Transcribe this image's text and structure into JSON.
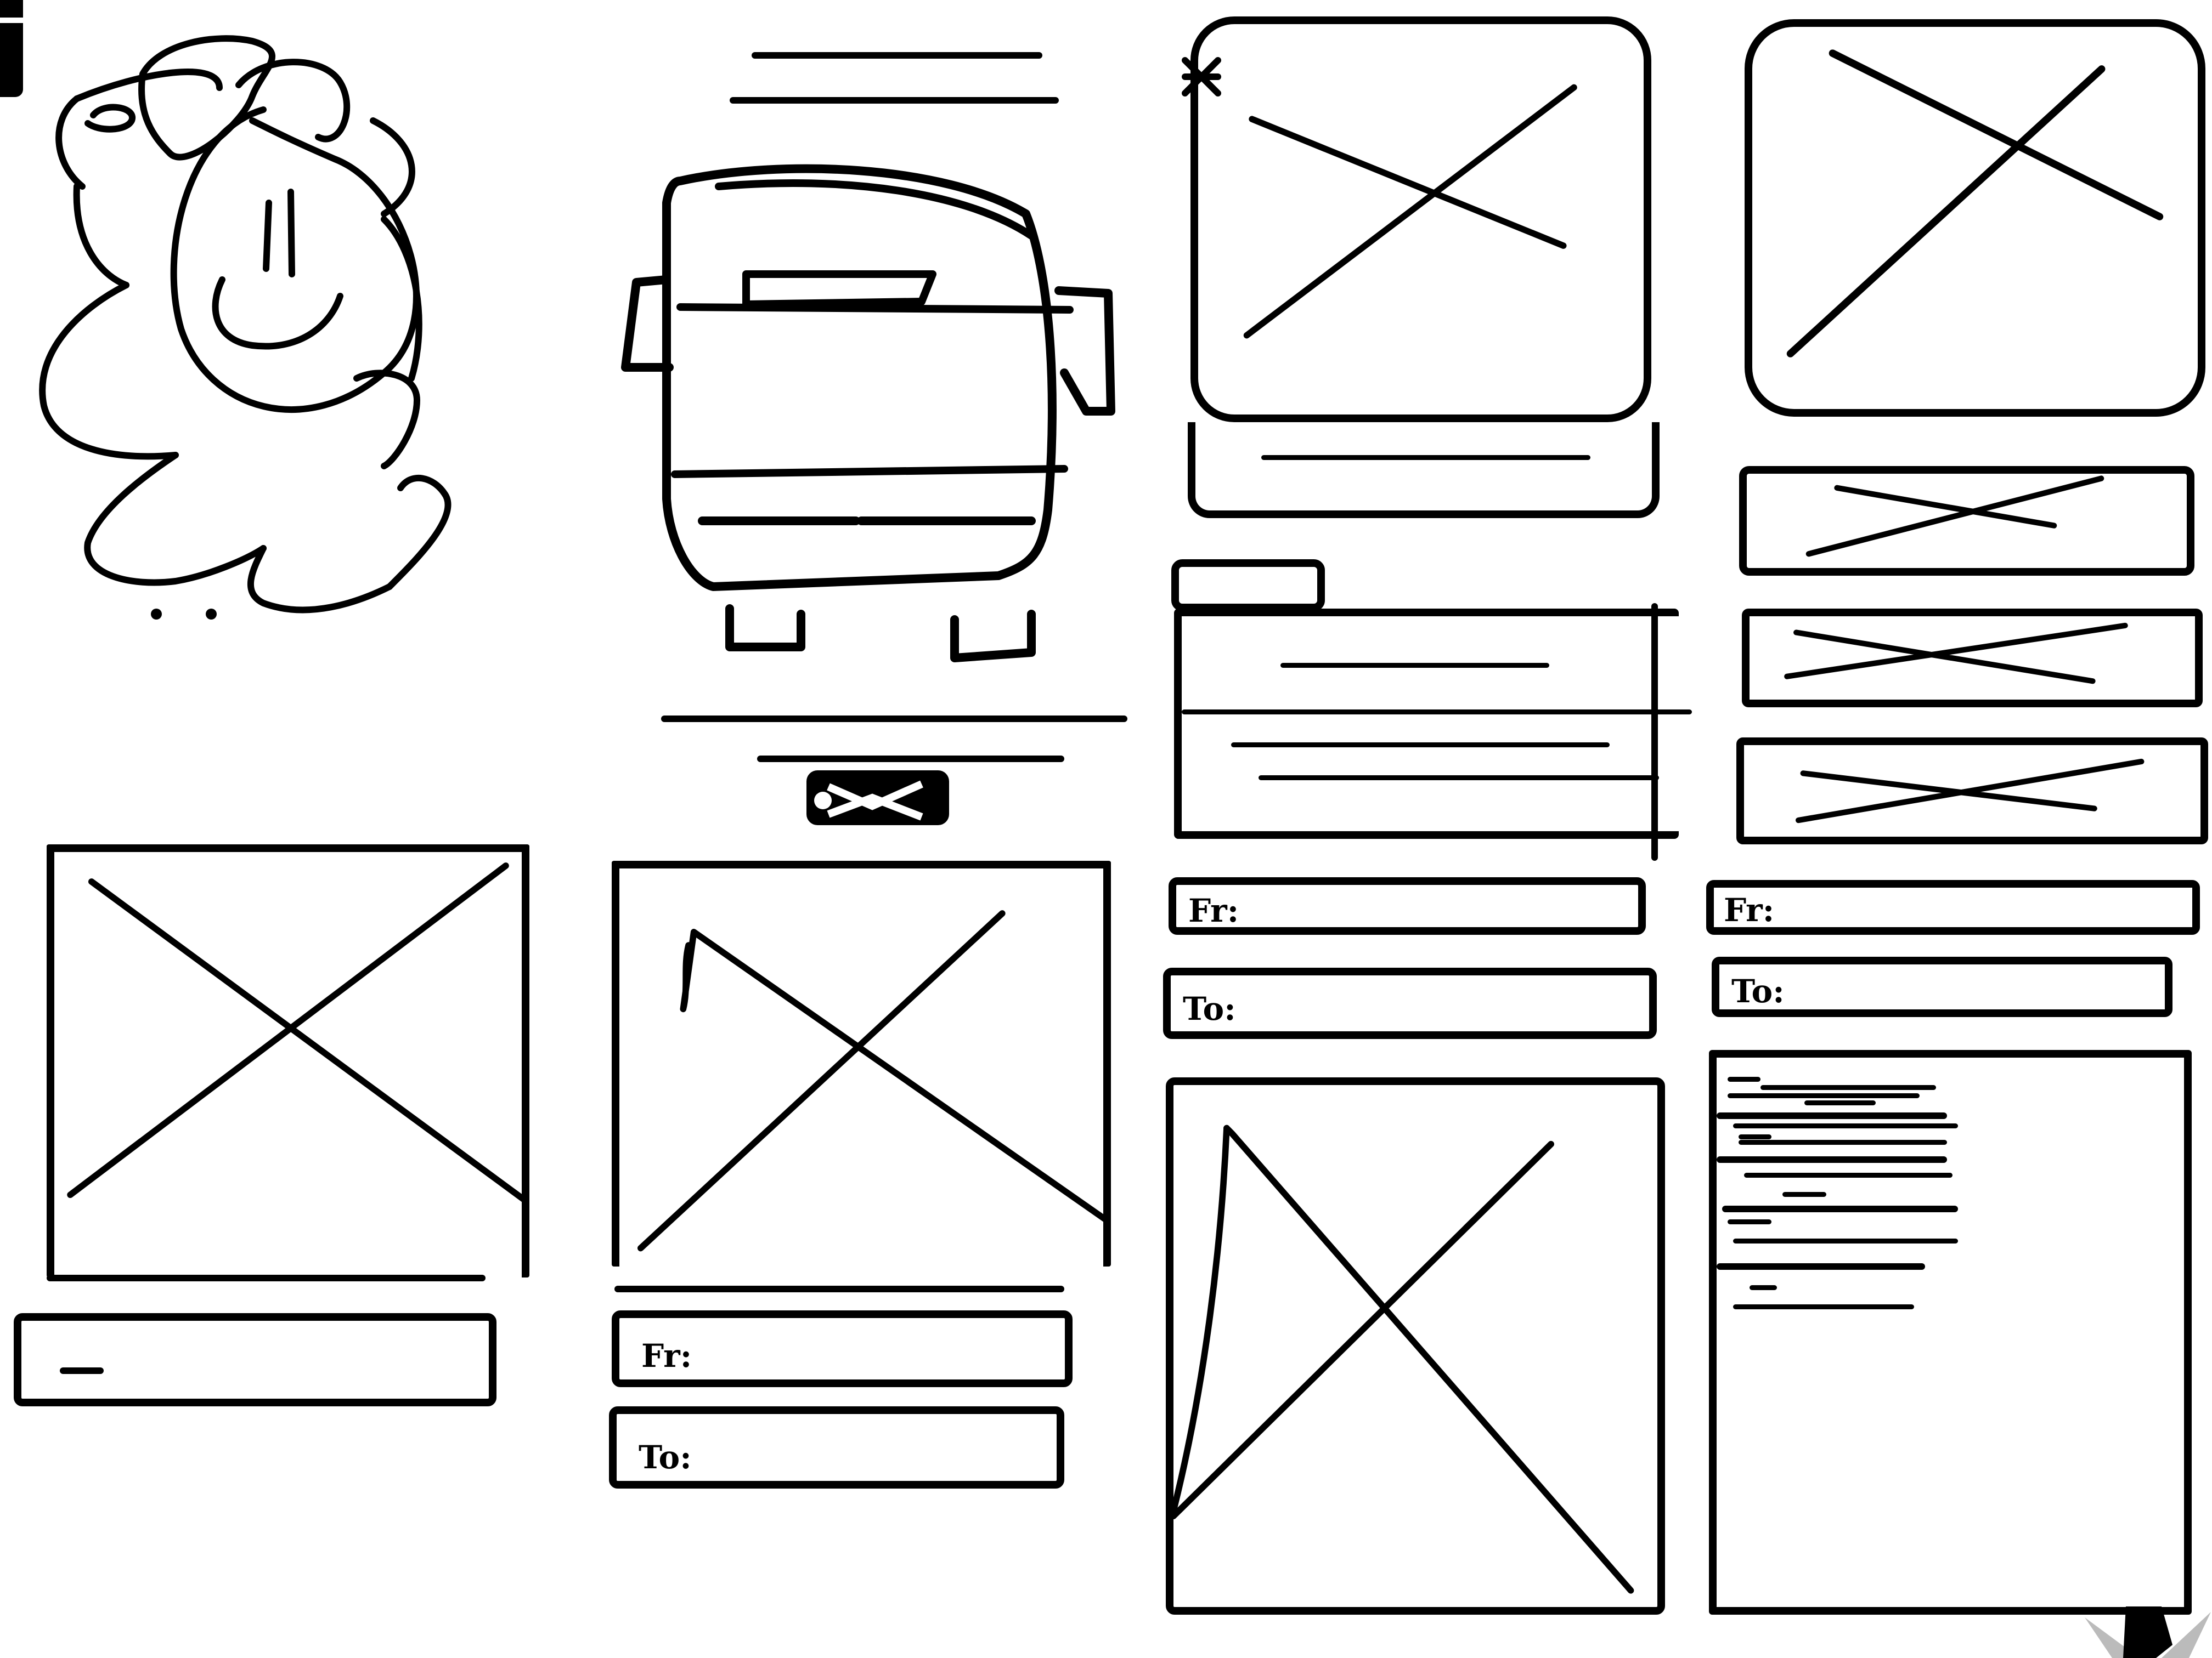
{
  "sketch": {
    "type": "hand-drawn wireframe",
    "ink_color": "#000000",
    "paper_color": "#ffffff",
    "panels": [
      {
        "id": "splash",
        "description": "Splash screen with flower/cloud mascot smiley face and loading dots",
        "elements": [
          "mascot-flower-smiley",
          "loading-dots"
        ]
      },
      {
        "id": "bus-home",
        "description": "Bus front illustration with header lines and a ticket icon below",
        "elements": [
          "header-text-line",
          "header-text-line",
          "bus-illustration",
          "divider-line",
          "caption-line",
          "ticket-icon"
        ]
      },
      {
        "id": "listing-with-form",
        "description": "Image card, caption bar, small button, text list and From/To fields",
        "elements": [
          "image-placeholder",
          "caption-bar",
          "small-button",
          "text-list",
          "from-field",
          "to-field"
        ]
      },
      {
        "id": "image-list",
        "description": "Large image placeholder followed by three thumbnail rows and From/To fields",
        "elements": [
          "image-placeholder",
          "thumbnail-row",
          "thumbnail-row",
          "thumbnail-row",
          "from-field",
          "to-field"
        ]
      },
      {
        "id": "image-caption",
        "description": "Large image placeholder with a single text input bar",
        "elements": [
          "image-placeholder",
          "text-input"
        ]
      },
      {
        "id": "image-route",
        "description": "Large image placeholder with From/To fields",
        "elements": [
          "image-placeholder",
          "from-field",
          "to-field"
        ]
      },
      {
        "id": "tall-image",
        "description": "Tall image placeholder",
        "elements": [
          "image-placeholder"
        ]
      },
      {
        "id": "text-details",
        "description": "Text details panel with many lines of content",
        "elements": [
          "text-block"
        ]
      }
    ]
  },
  "labels": {
    "from": "Fr:",
    "to": "To:"
  }
}
